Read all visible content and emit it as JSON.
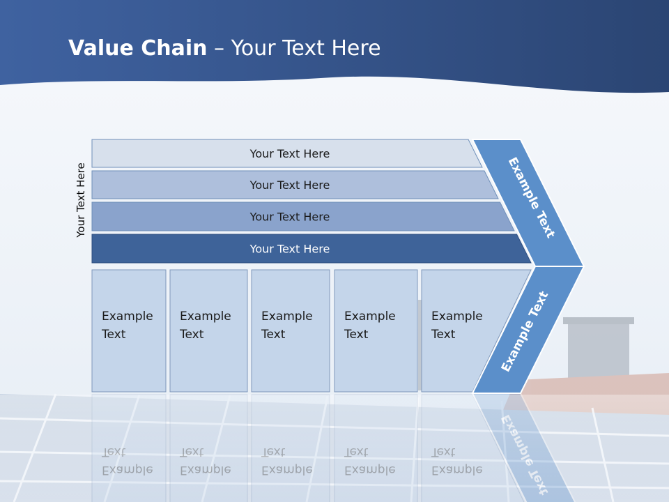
{
  "slide": {
    "title_bold": "Value Chain",
    "title_rest": " – Your Text Here",
    "side_label": "Your Text Here"
  },
  "rows": [
    {
      "label": "Your Text Here",
      "color": "#d7e0ec"
    },
    {
      "label": "Your Text Here",
      "color": "#aebfdc"
    },
    {
      "label": "Your Text Here",
      "color": "#8aa3cc"
    },
    {
      "label": "Your Text Here",
      "color": "#3e6399"
    }
  ],
  "columns": [
    {
      "line1": "Example",
      "line2": "Text"
    },
    {
      "line1": "Example",
      "line2": "Text"
    },
    {
      "line1": "Example",
      "line2": "Text"
    },
    {
      "line1": "Example",
      "line2": "Text"
    },
    {
      "line1": "Example",
      "line2": "Text"
    }
  ],
  "chevron": {
    "upper_label": "Example Text",
    "lower_label": "Example Text",
    "color": "#5b8fca"
  },
  "colors": {
    "header": "#33507f",
    "column_fill": "#c4d5ea"
  }
}
